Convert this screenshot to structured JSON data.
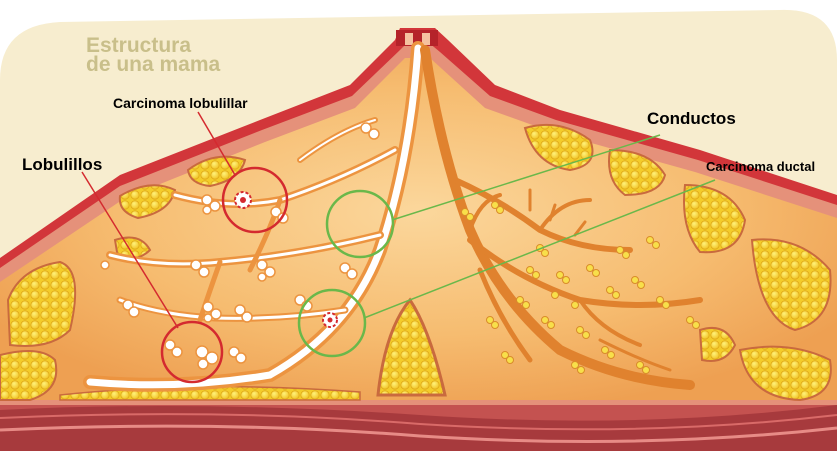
{
  "title": {
    "line1": "Estructura",
    "line2": "de una mama"
  },
  "labels": {
    "lobular_carcinoma": "Carcinoma lobulillar",
    "lobules": "Lobulillos",
    "ducts": "Conductos",
    "ductal_carcinoma": "Carcinoma ductal"
  },
  "colors": {
    "background": "#f7edcf",
    "tissue": "#f5b463",
    "tissue_light": "#fad79b",
    "skin_edge": "#d2363a",
    "fat": "#f8d83a",
    "duct_white": "#ffffff",
    "lobular_circle": "#d42a2f",
    "duct_circle": "#6ab84a",
    "muscle": "#b8474a",
    "title": "#c9bf8a"
  }
}
